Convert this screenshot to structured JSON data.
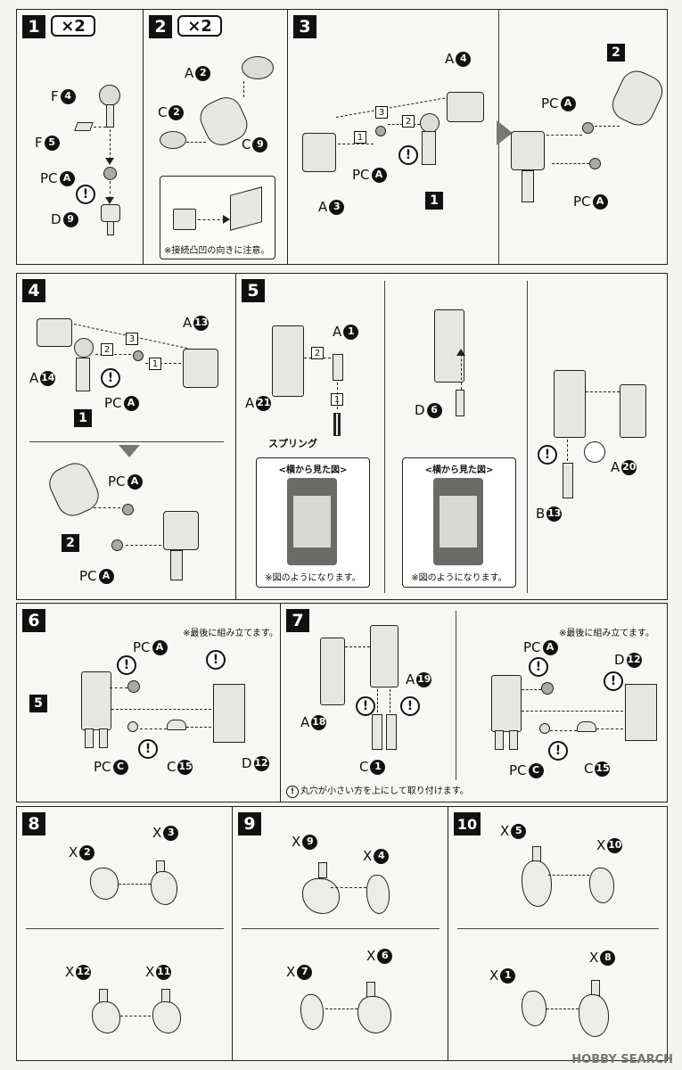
{
  "steps": [
    {
      "num": "1",
      "multiplier": "×2"
    },
    {
      "num": "2",
      "multiplier": "×2"
    },
    {
      "num": "3"
    },
    {
      "num": "4"
    },
    {
      "num": "5"
    },
    {
      "num": "6"
    },
    {
      "num": "7"
    },
    {
      "num": "8"
    },
    {
      "num": "9"
    },
    {
      "num": "10"
    }
  ],
  "step1": {
    "labels": [
      {
        "pre": "F",
        "n": "4"
      },
      {
        "pre": "F",
        "n": "5"
      },
      {
        "pre": "PC",
        "n": "A"
      },
      {
        "pre": "D",
        "n": "9"
      }
    ]
  },
  "step2": {
    "labels": [
      {
        "pre": "A",
        "n": "2"
      },
      {
        "pre": "C",
        "n": "2"
      },
      {
        "pre": "C",
        "n": "9"
      }
    ],
    "note": "※接続凸凹の向きに注意。"
  },
  "step3": {
    "labels": [
      {
        "pre": "A",
        "n": "4"
      },
      {
        "pre": "PC",
        "n": "A"
      },
      {
        "pre": "A",
        "n": "3"
      },
      {
        "pre": "PC",
        "n": "A"
      },
      {
        "pre": "PC",
        "n": "A"
      }
    ],
    "order": [
      "1",
      "2",
      "3"
    ],
    "refs": [
      "1",
      "2"
    ]
  },
  "step4": {
    "labels": [
      {
        "pre": "A",
        "n": "13"
      },
      {
        "pre": "A",
        "n": "14"
      },
      {
        "pre": "PC",
        "n": "A"
      },
      {
        "pre": "PC",
        "n": "A"
      },
      {
        "pre": "PC",
        "n": "A"
      }
    ],
    "order": [
      "1",
      "2",
      "3"
    ],
    "refs": [
      "1",
      "2"
    ]
  },
  "step5": {
    "labels": [
      {
        "pre": "A",
        "n": "1"
      },
      {
        "pre": "A",
        "n": "21"
      },
      {
        "pre": "D",
        "n": "6"
      },
      {
        "pre": "A",
        "n": "20"
      },
      {
        "pre": "B",
        "n": "13"
      }
    ],
    "order": [
      "1",
      "2"
    ],
    "spring": "スプリング",
    "side_title": "<横から見た図>",
    "side_caption": "※図のようになります。"
  },
  "step6": {
    "labels": [
      {
        "pre": "PC",
        "n": "A"
      },
      {
        "pre": "PC",
        "n": "C"
      },
      {
        "pre": "C",
        "n": "15"
      },
      {
        "pre": "D",
        "n": "12"
      }
    ],
    "ref": "5",
    "note": "※最後に組み立てます。"
  },
  "step7": {
    "labels": [
      {
        "pre": "A",
        "n": "18"
      },
      {
        "pre": "A",
        "n": "19"
      },
      {
        "pre": "C",
        "n": "1"
      },
      {
        "pre": "PC",
        "n": "A"
      },
      {
        "pre": "D",
        "n": "12"
      },
      {
        "pre": "PC",
        "n": "C"
      },
      {
        "pre": "C",
        "n": "15"
      }
    ],
    "note": "※最後に組み立てます。",
    "tip": "丸穴が小さい方を上にして取り付けます。",
    "tip_icon": "!"
  },
  "step8": {
    "labels": [
      {
        "pre": "X",
        "n": "2"
      },
      {
        "pre": "X",
        "n": "3"
      },
      {
        "pre": "X",
        "n": "12"
      },
      {
        "pre": "X",
        "n": "11"
      }
    ]
  },
  "step9": {
    "labels": [
      {
        "pre": "X",
        "n": "9"
      },
      {
        "pre": "X",
        "n": "4"
      },
      {
        "pre": "X",
        "n": "7"
      },
      {
        "pre": "X",
        "n": "6"
      }
    ]
  },
  "step10": {
    "labels": [
      {
        "pre": "X",
        "n": "5"
      },
      {
        "pre": "X",
        "n": "10"
      },
      {
        "pre": "X",
        "n": "1"
      },
      {
        "pre": "X",
        "n": "8"
      }
    ]
  },
  "warning_icon": "!",
  "watermark": "HOBBY SEARCH",
  "colors": {
    "ink": "#111111",
    "pc_part": "#a9a9a7",
    "flow_arrow": "#777777"
  }
}
